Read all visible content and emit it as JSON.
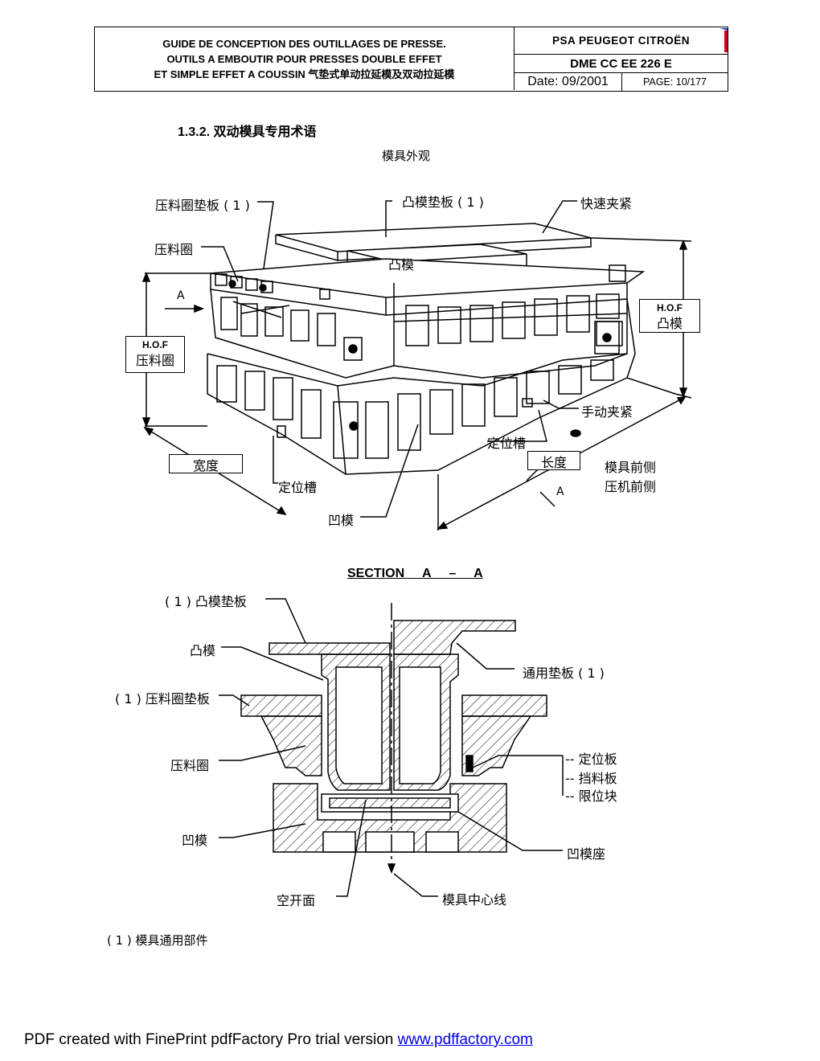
{
  "header": {
    "title_lines": [
      "GUIDE DE CONCEPTION DES OUTILLAGES DE PRESSE.",
      "OUTILS A EMBOUTIR POUR PRESSES DOUBLE EFFET",
      "ET SIMPLE EFFET A COUSSIN 气垫式单动拉延模及双动拉延模"
    ],
    "company": "PSA PEUGEOT CITROËN",
    "doc_ref": "DME CC EE 226 E",
    "date": "Date: 09/2001",
    "page": "PAGE: 10/177",
    "accent_colors": [
      "#d0021b",
      "#1a3fbf"
    ]
  },
  "section_heading": "1.3.2. 双动模具专用术语",
  "figure1": {
    "caption": "模具外观",
    "labels": {
      "blank_holder_plate": "压料圈垫板 ( 1 )",
      "punch_plate": "凸模垫板 ( 1 )",
      "quick_clamp": "快速夹紧",
      "blank_holder": "压料圈",
      "punch": "凸模",
      "arrow_a_top": "A",
      "hof_title_left": "H.O.F",
      "hof_sub_left": "压料圈",
      "hof_title_right": "H.O.F",
      "hof_sub_right": "凸模",
      "manual_clamp": "手动夹紧",
      "locating_slot_right": "定位槽",
      "length": "长度",
      "width": "宽度",
      "locating_slot_left": "定位槽",
      "die_front": "模具前侧",
      "press_front": "压机前侧",
      "arrow_a_bottom": "A",
      "die": "凹模"
    }
  },
  "figure2": {
    "title": "SECTION A – A",
    "labels": {
      "punch_plate": "( 1 ) 凸模垫板",
      "punch": "凸模",
      "common_plate": "通用垫板 ( 1 )",
      "blank_holder_plate": "( 1 ) 压料圈垫板",
      "blank_holder": "压料圈",
      "locating_plate": "-- 定位板",
      "stop_plate": "-- 挡料板",
      "limit_block": "-- 限位块",
      "die": "凹模",
      "die_seat": "凹模座",
      "clearance": "空开面",
      "die_centerline": "模具中心线"
    }
  },
  "footnote": "( 1 ) 模具通用部件",
  "footer": {
    "text": "PDF created with FinePrint pdfFactory Pro trial version ",
    "link": "www.pdffactory.com"
  }
}
